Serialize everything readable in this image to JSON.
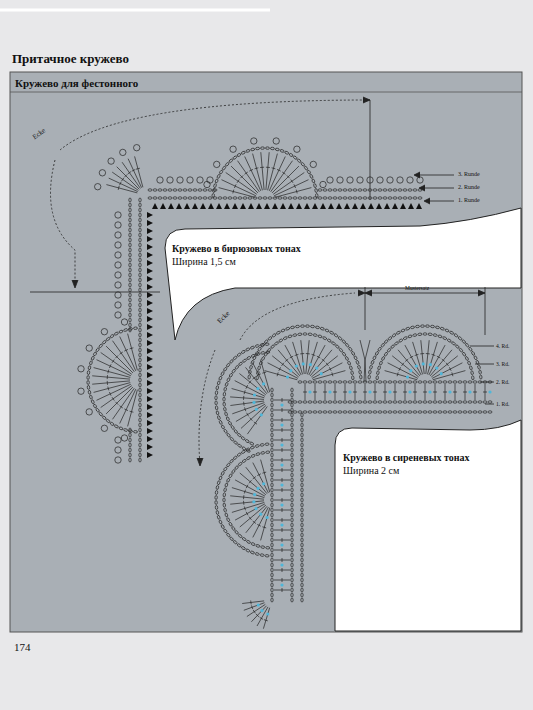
{
  "diagram": {
    "title": "Притачное кружево",
    "labels": [
      "Кружево для фестонного",
      "Ecke",
      "3. Runde",
      "2. Runde",
      "1. Runde",
      "Кружево в бирюзовых тонах",
      "Ширина 1,5 см",
      "Ecke",
      "Mustersatz",
      "4. Rd.",
      "3. Rd.",
      "2. Rd.",
      "1. Rd.",
      "Кружево в сиреневых тонах",
      "Ширина 2 см",
      "174"
    ]
  }
}
